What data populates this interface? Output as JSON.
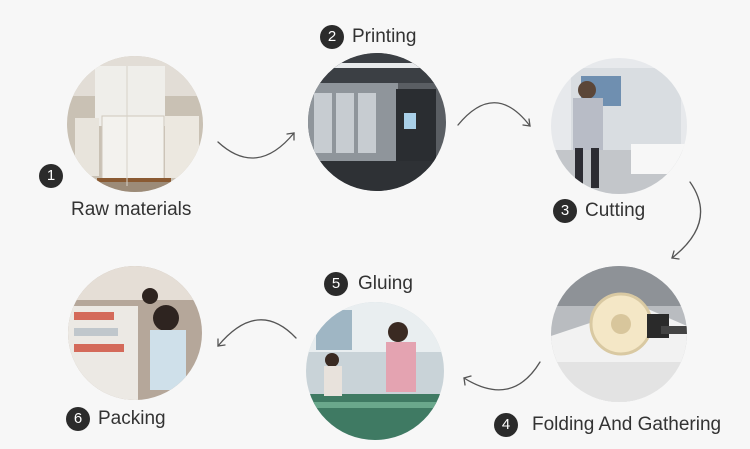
{
  "steps": [
    {
      "number": "1",
      "label": "Raw materials"
    },
    {
      "number": "2",
      "label": "Printing"
    },
    {
      "number": "3",
      "label": "Cutting"
    },
    {
      "number": "4",
      "label": "Folding And Gathering"
    },
    {
      "number": "5",
      "label": "Gluing"
    },
    {
      "number": "6",
      "label": "Packing"
    }
  ]
}
